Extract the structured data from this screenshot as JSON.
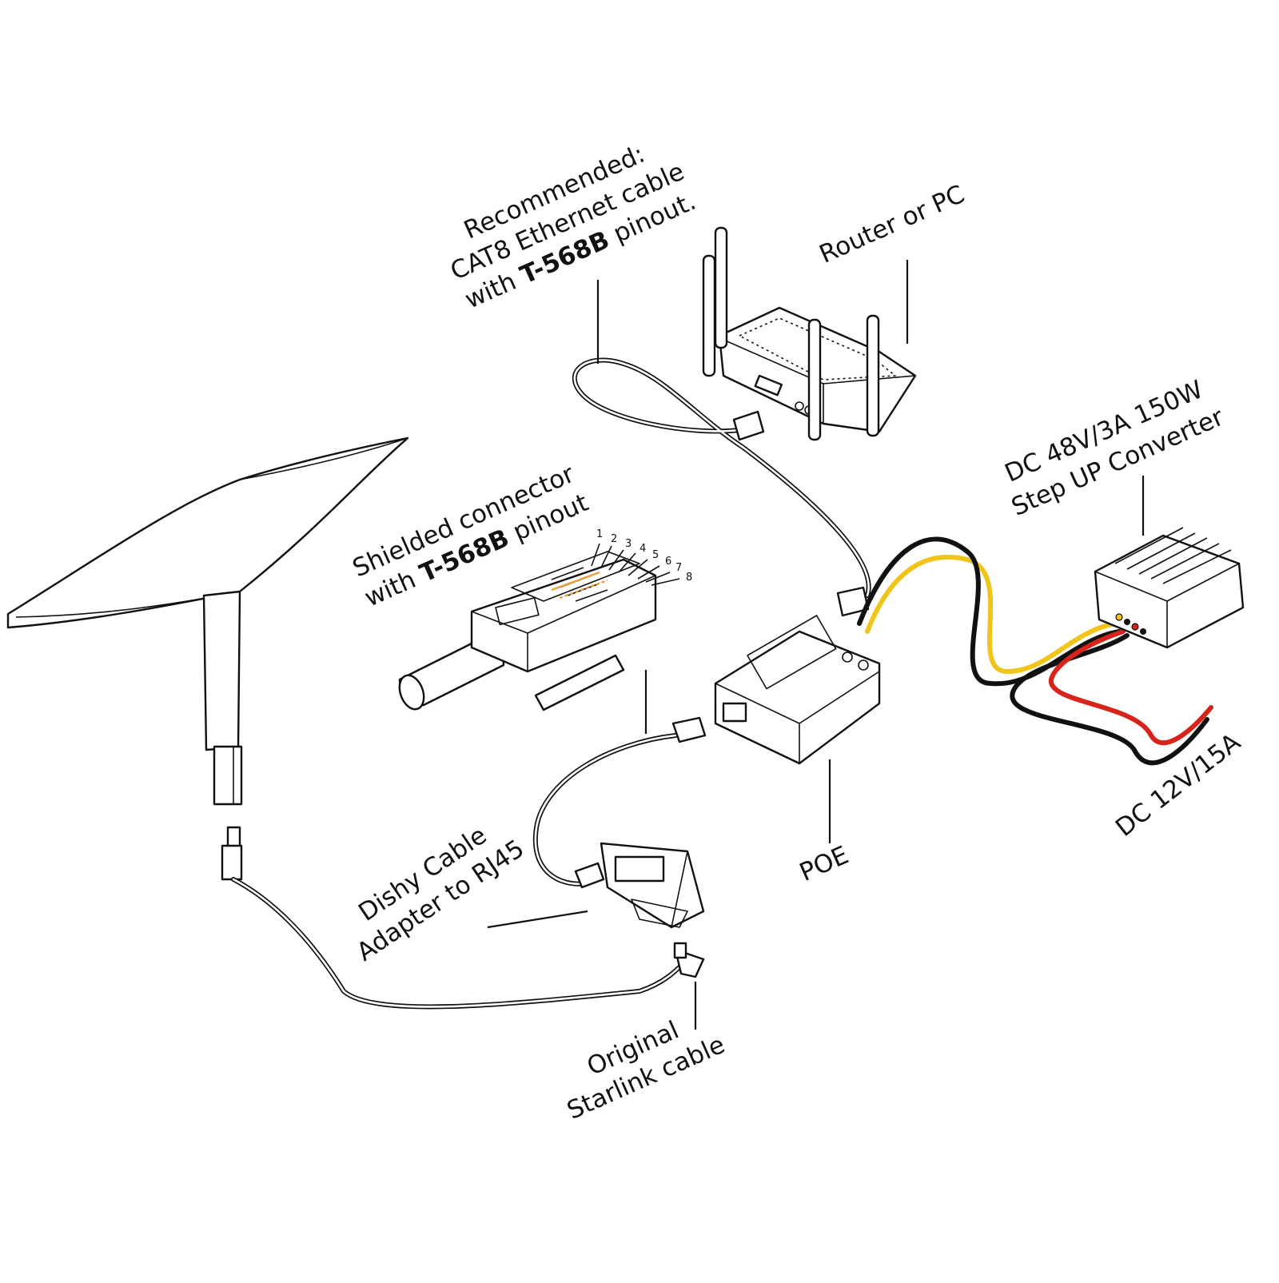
{
  "labels": {
    "cable_line1": "Recommended:",
    "cable_line2": "CAT8 Ethernet cable",
    "cable_line3_prefix": "with ",
    "cable_line3_bold": "T-568B",
    "cable_line3_suffix": " pinout.",
    "router": "Router or PC",
    "converter_line1": "DC 48V/3A 150W",
    "converter_line2": "Step UP Converter",
    "shielded_line1": "Shielded connector",
    "shielded_line2_prefix": "with ",
    "shielded_line2_bold": "T-568B",
    "shielded_line2_suffix": " pinout",
    "poe": "POE",
    "dc_input": "DC 12V/15A",
    "adapter_line1": "Dishy Cable",
    "adapter_line2": "Adapter to RJ45",
    "starlink_line1": "Original",
    "starlink_line2": "Starlink cable"
  },
  "pins": [
    "1",
    "2",
    "3",
    "4",
    "5",
    "6",
    "7",
    "8"
  ],
  "wire_colors": {
    "yellow": "#f0c419",
    "red": "#d8231b",
    "black": "#111111"
  }
}
